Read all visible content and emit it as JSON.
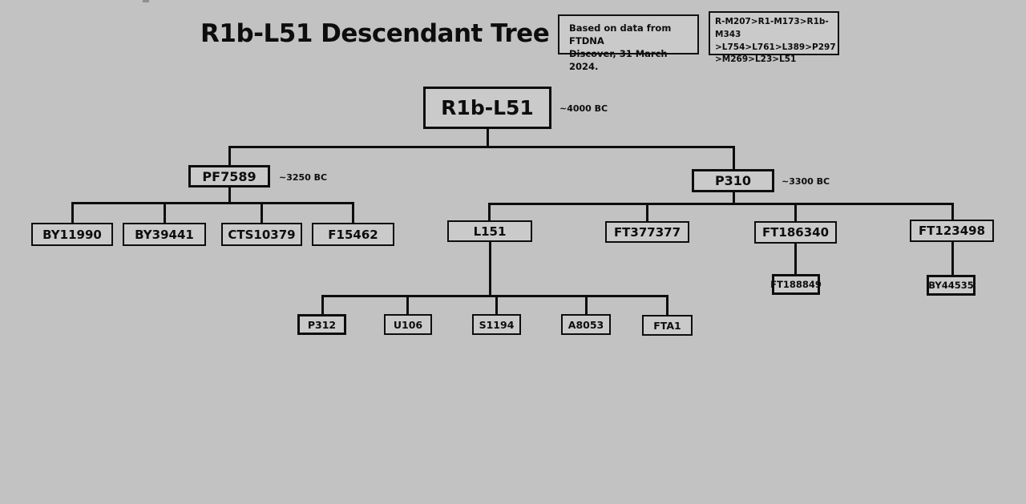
{
  "title": "R1b-L51 Descendant Tree",
  "source_box": {
    "text": "Based on data from FTDNA\nDiscover, 31 March 2024."
  },
  "lineage_box": {
    "text": "R-M207>R1-M173>R1b-M343\n>L754>L761>L389>P297\n>M269>L23>L51"
  },
  "tree": {
    "nodes": {
      "root": {
        "label": "R1b-L51",
        "date": "~4000 BC"
      },
      "pf7589": {
        "label": "PF7589",
        "date": "~3250 BC"
      },
      "p310": {
        "label": "P310",
        "date": "~3300 BC"
      },
      "by11990": {
        "label": "BY11990"
      },
      "by39441": {
        "label": "BY39441"
      },
      "cts10379": {
        "label": "CTS10379"
      },
      "f15462": {
        "label": "F15462"
      },
      "l151": {
        "label": "L151"
      },
      "ft377377": {
        "label": "FT377377"
      },
      "ft186340": {
        "label": "FT186340"
      },
      "ft123498": {
        "label": "FT123498"
      },
      "ft188849": {
        "label": "FT188849"
      },
      "by44535": {
        "label": "BY44535"
      },
      "p312": {
        "label": "P312"
      },
      "u106": {
        "label": "U106"
      },
      "s1194": {
        "label": "S1194"
      },
      "a8053": {
        "label": "A8053"
      },
      "fta1": {
        "label": "FTA1"
      }
    }
  },
  "colors": {
    "background": "#c2c2c2",
    "box_fill": "#cacaca",
    "line": "#0d0d0d",
    "text": "#0d0d0d"
  }
}
